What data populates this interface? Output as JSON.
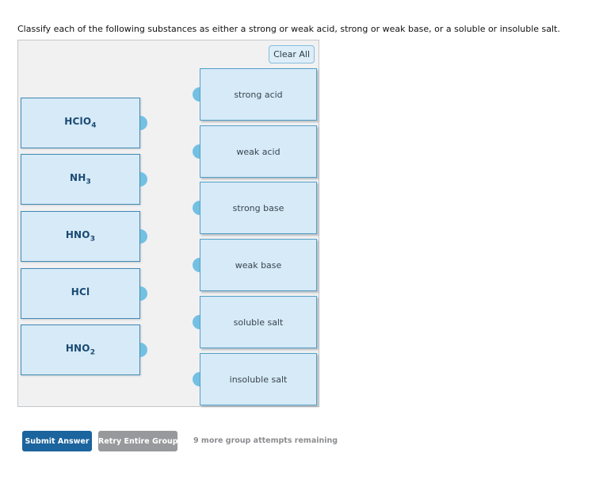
{
  "question": "Classify each of the following substances as either a strong or weak acid, strong or weak base, or a soluble or insoluble salt.",
  "panel": {
    "clear_all_label": "Clear All"
  },
  "substances": [
    {
      "base": "HClO",
      "sub": "4"
    },
    {
      "base": "NH",
      "sub": "3"
    },
    {
      "base": "HNO",
      "sub": "3"
    },
    {
      "base": "HCl",
      "sub": ""
    },
    {
      "base": "HNO",
      "sub": "2"
    }
  ],
  "categories": [
    {
      "label": "strong acid"
    },
    {
      "label": "weak acid"
    },
    {
      "label": "strong base"
    },
    {
      "label": "weak base"
    },
    {
      "label": "soluble salt"
    },
    {
      "label": "insoluble salt"
    }
  ],
  "footer": {
    "submit_label": "Submit Answer",
    "retry_label": "Retry Entire Group",
    "attempts_text": "9 more group attempts remaining"
  },
  "colors": {
    "accent_blue": "#1b649e",
    "retry_gray": "#97999c",
    "tile_fill": "#d6eaf7",
    "tile_border": "#4089b2",
    "nub_blue": "#74c0e3",
    "panel_bg": "#f1f1f2",
    "clear_all_bg": "#ddeef9",
    "clear_all_border": "#85bcdc"
  }
}
